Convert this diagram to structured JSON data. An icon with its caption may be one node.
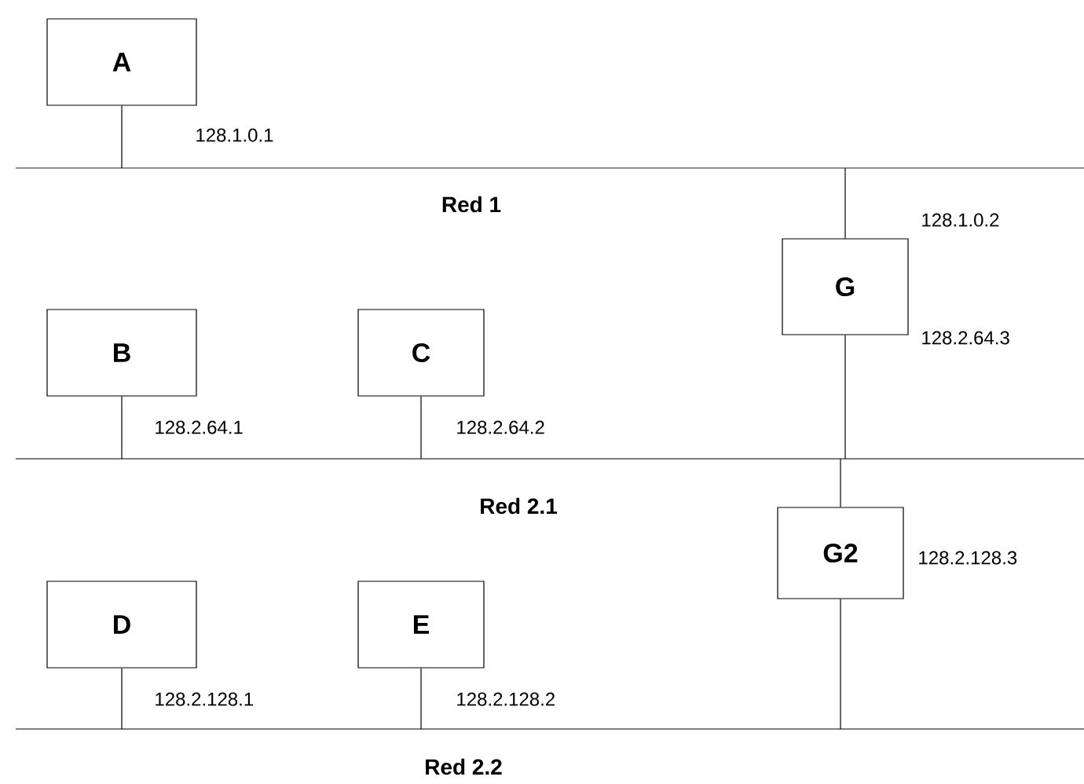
{
  "diagram": {
    "nodes": [
      {
        "text": [
          "A"
        ]
      },
      {
        "text": [],
        "shape": "bar",
        "beside": [
          "Red 1"
        ]
      },
      {
        "text": [
          "G"
        ]
      },
      {
        "text": [
          "B"
        ]
      },
      {
        "text": [
          "C"
        ]
      },
      {
        "text": [],
        "shape": "bar",
        "beside": [
          "Red 2.1"
        ]
      },
      {
        "text": [
          "G2"
        ]
      },
      {
        "text": [
          "D"
        ]
      },
      {
        "text": [
          "E"
        ]
      },
      {
        "text": [],
        "shape": "bar",
        "beside": [
          "Red 2.2"
        ]
      }
    ],
    "edges": [
      {
        "from": 0,
        "to": 1,
        "arrow": "none",
        "label": "128.1.0.1"
      },
      {
        "from": 2,
        "to": 1,
        "arrow": "none",
        "label": "128.1.0.2"
      },
      {
        "from": 2,
        "to": 5,
        "arrow": "none",
        "label": "128.2.64.3"
      },
      {
        "from": 3,
        "to": 5,
        "arrow": "none",
        "label": "128.2.64.1"
      },
      {
        "from": 4,
        "to": 5,
        "arrow": "none",
        "label": "128.2.64.2"
      },
      {
        "from": 6,
        "to": 5,
        "arrow": "none"
      },
      {
        "from": 6,
        "to": 9,
        "arrow": "none",
        "label": "128.2.128.3"
      },
      {
        "from": 7,
        "to": 9,
        "arrow": "none",
        "label": "128.2.128.1"
      },
      {
        "from": 8,
        "to": 9,
        "arrow": "none",
        "label": "128.2.128.2"
      }
    ]
  }
}
